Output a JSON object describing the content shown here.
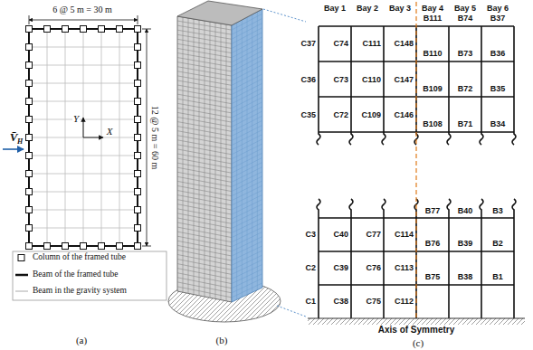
{
  "diagram": {
    "labels": [
      "6 @ 5 m = 30 m",
      "12 @ 5 m = 60 m",
      "V̄",
      "H",
      "Y",
      "X",
      "(a)",
      "(b)",
      "(c)",
      "Bay 1",
      "Bay 2",
      "Bay 3",
      "Bay 4",
      "Bay 5",
      "Bay 6",
      "B111",
      "B74",
      "B37",
      "C37",
      "C74",
      "C111",
      "C148",
      "B110",
      "B73",
      "B36",
      "C36",
      "C73",
      "C110",
      "C147",
      "B109",
      "B72",
      "B35",
      "C35",
      "C72",
      "C109",
      "C146",
      "B108",
      "B71",
      "B34",
      "B77",
      "B40",
      "B3",
      "C3",
      "C40",
      "C77",
      "C114",
      "B76",
      "B39",
      "B2",
      "C2",
      "C39",
      "C76",
      "C113",
      "B75",
      "B38",
      "B1",
      "C1",
      "C38",
      "C75",
      "C112",
      "Axis of Symmetry"
    ],
    "legend": [
      {
        "text": "Column of the framed tube"
      },
      {
        "text": "Beam of the framed tube"
      },
      {
        "text": "Beam in the gravity system"
      }
    ]
  }
}
